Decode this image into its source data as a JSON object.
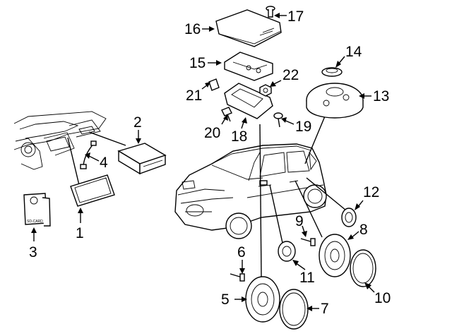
{
  "parts": [
    {
      "id": "1",
      "label": "1"
    },
    {
      "id": "2",
      "label": "2"
    },
    {
      "id": "3",
      "label": "3"
    },
    {
      "id": "4",
      "label": "4"
    },
    {
      "id": "5",
      "label": "5"
    },
    {
      "id": "6",
      "label": "6"
    },
    {
      "id": "7",
      "label": "7"
    },
    {
      "id": "8",
      "label": "8"
    },
    {
      "id": "9",
      "label": "9"
    },
    {
      "id": "10",
      "label": "10"
    },
    {
      "id": "11",
      "label": "11"
    },
    {
      "id": "12",
      "label": "12"
    },
    {
      "id": "13",
      "label": "13"
    },
    {
      "id": "14",
      "label": "14"
    },
    {
      "id": "15",
      "label": "15"
    },
    {
      "id": "16",
      "label": "16"
    },
    {
      "id": "17",
      "label": "17"
    },
    {
      "id": "18",
      "label": "18"
    },
    {
      "id": "19",
      "label": "19"
    },
    {
      "id": "20",
      "label": "20"
    },
    {
      "id": "21",
      "label": "21"
    },
    {
      "id": "22",
      "label": "22"
    }
  ],
  "sd_card_text": "SD-CARD"
}
